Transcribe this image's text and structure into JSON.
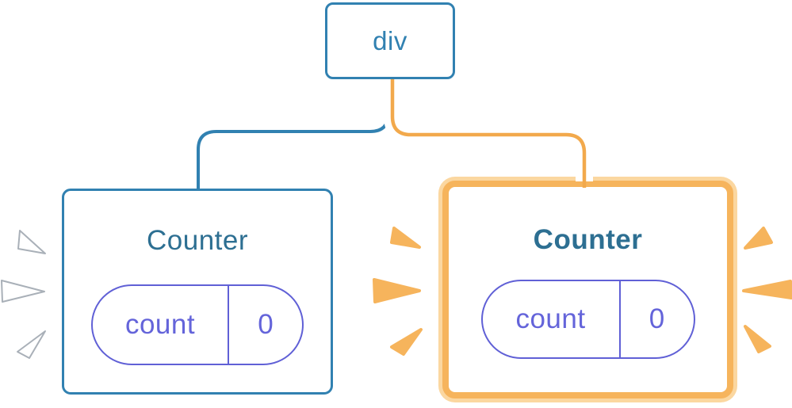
{
  "diagram": {
    "root_label": "div",
    "left_counter": {
      "title": "Counter",
      "state_key": "count",
      "state_value": "0",
      "highlighted": false
    },
    "right_counter": {
      "title": "Counter",
      "state_key": "count",
      "state_value": "0",
      "highlighted": true
    }
  },
  "colors": {
    "blue": "#3181b1",
    "title-blue": "#2d6f92",
    "purple": "#6060d6",
    "purple-text": "#6464da",
    "orange": "#f6b45c",
    "orange-line": "#f2a94c",
    "pale-orange": "#fbd7a0",
    "burst-outline": "#a9b0b8"
  }
}
